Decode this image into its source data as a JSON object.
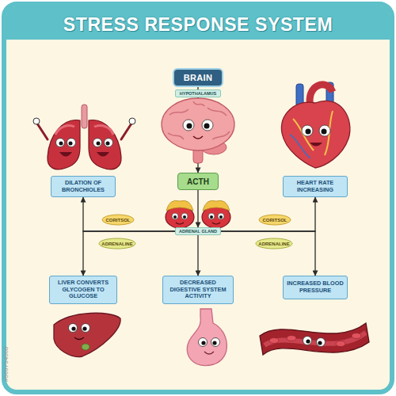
{
  "diagram": {
    "title": "STRESS RESPONSE SYSTEM",
    "nodes": [
      {
        "text": [
          "BRAIN"
        ]
      },
      {
        "text": [
          "HYPOTHALAMUS"
        ]
      },
      {
        "text": [
          "DILATION OF BRONCHIOLES"
        ]
      },
      {
        "text": [
          "ACTH"
        ]
      },
      {
        "text": [
          "HEART RATE INCREASING"
        ]
      },
      {
        "text": [
          "CORITSOL"
        ]
      },
      {
        "text": [
          "CORITSOL"
        ]
      },
      {
        "text": [
          "ADRENAL GLAND"
        ]
      },
      {
        "text": [
          "ADRENALINE"
        ]
      },
      {
        "text": [
          "ADRENALINE"
        ]
      },
      {
        "text": [
          "LIVER CONVERTS GLYCOGEN TO GLUCOSE"
        ]
      },
      {
        "text": [
          "DECREASED DIGESTIVE SYSTEM ACTIVITY"
        ]
      },
      {
        "text": [
          "INCREASED BLOOD PRESSURE"
        ]
      }
    ],
    "edges": [
      {
        "from": 0,
        "to": 3,
        "arrow": "to"
      },
      {
        "from": 3,
        "to": 7,
        "arrow": "to"
      },
      {
        "from": 7,
        "to": 2,
        "arrow": "to"
      },
      {
        "from": 7,
        "to": 10,
        "arrow": "to"
      },
      {
        "from": 7,
        "to": 4,
        "arrow": "to"
      },
      {
        "from": 7,
        "to": 12,
        "arrow": "to"
      },
      {
        "from": 7,
        "to": 11,
        "arrow": "to"
      }
    ],
    "labels": [
      "#569794568"
    ]
  }
}
